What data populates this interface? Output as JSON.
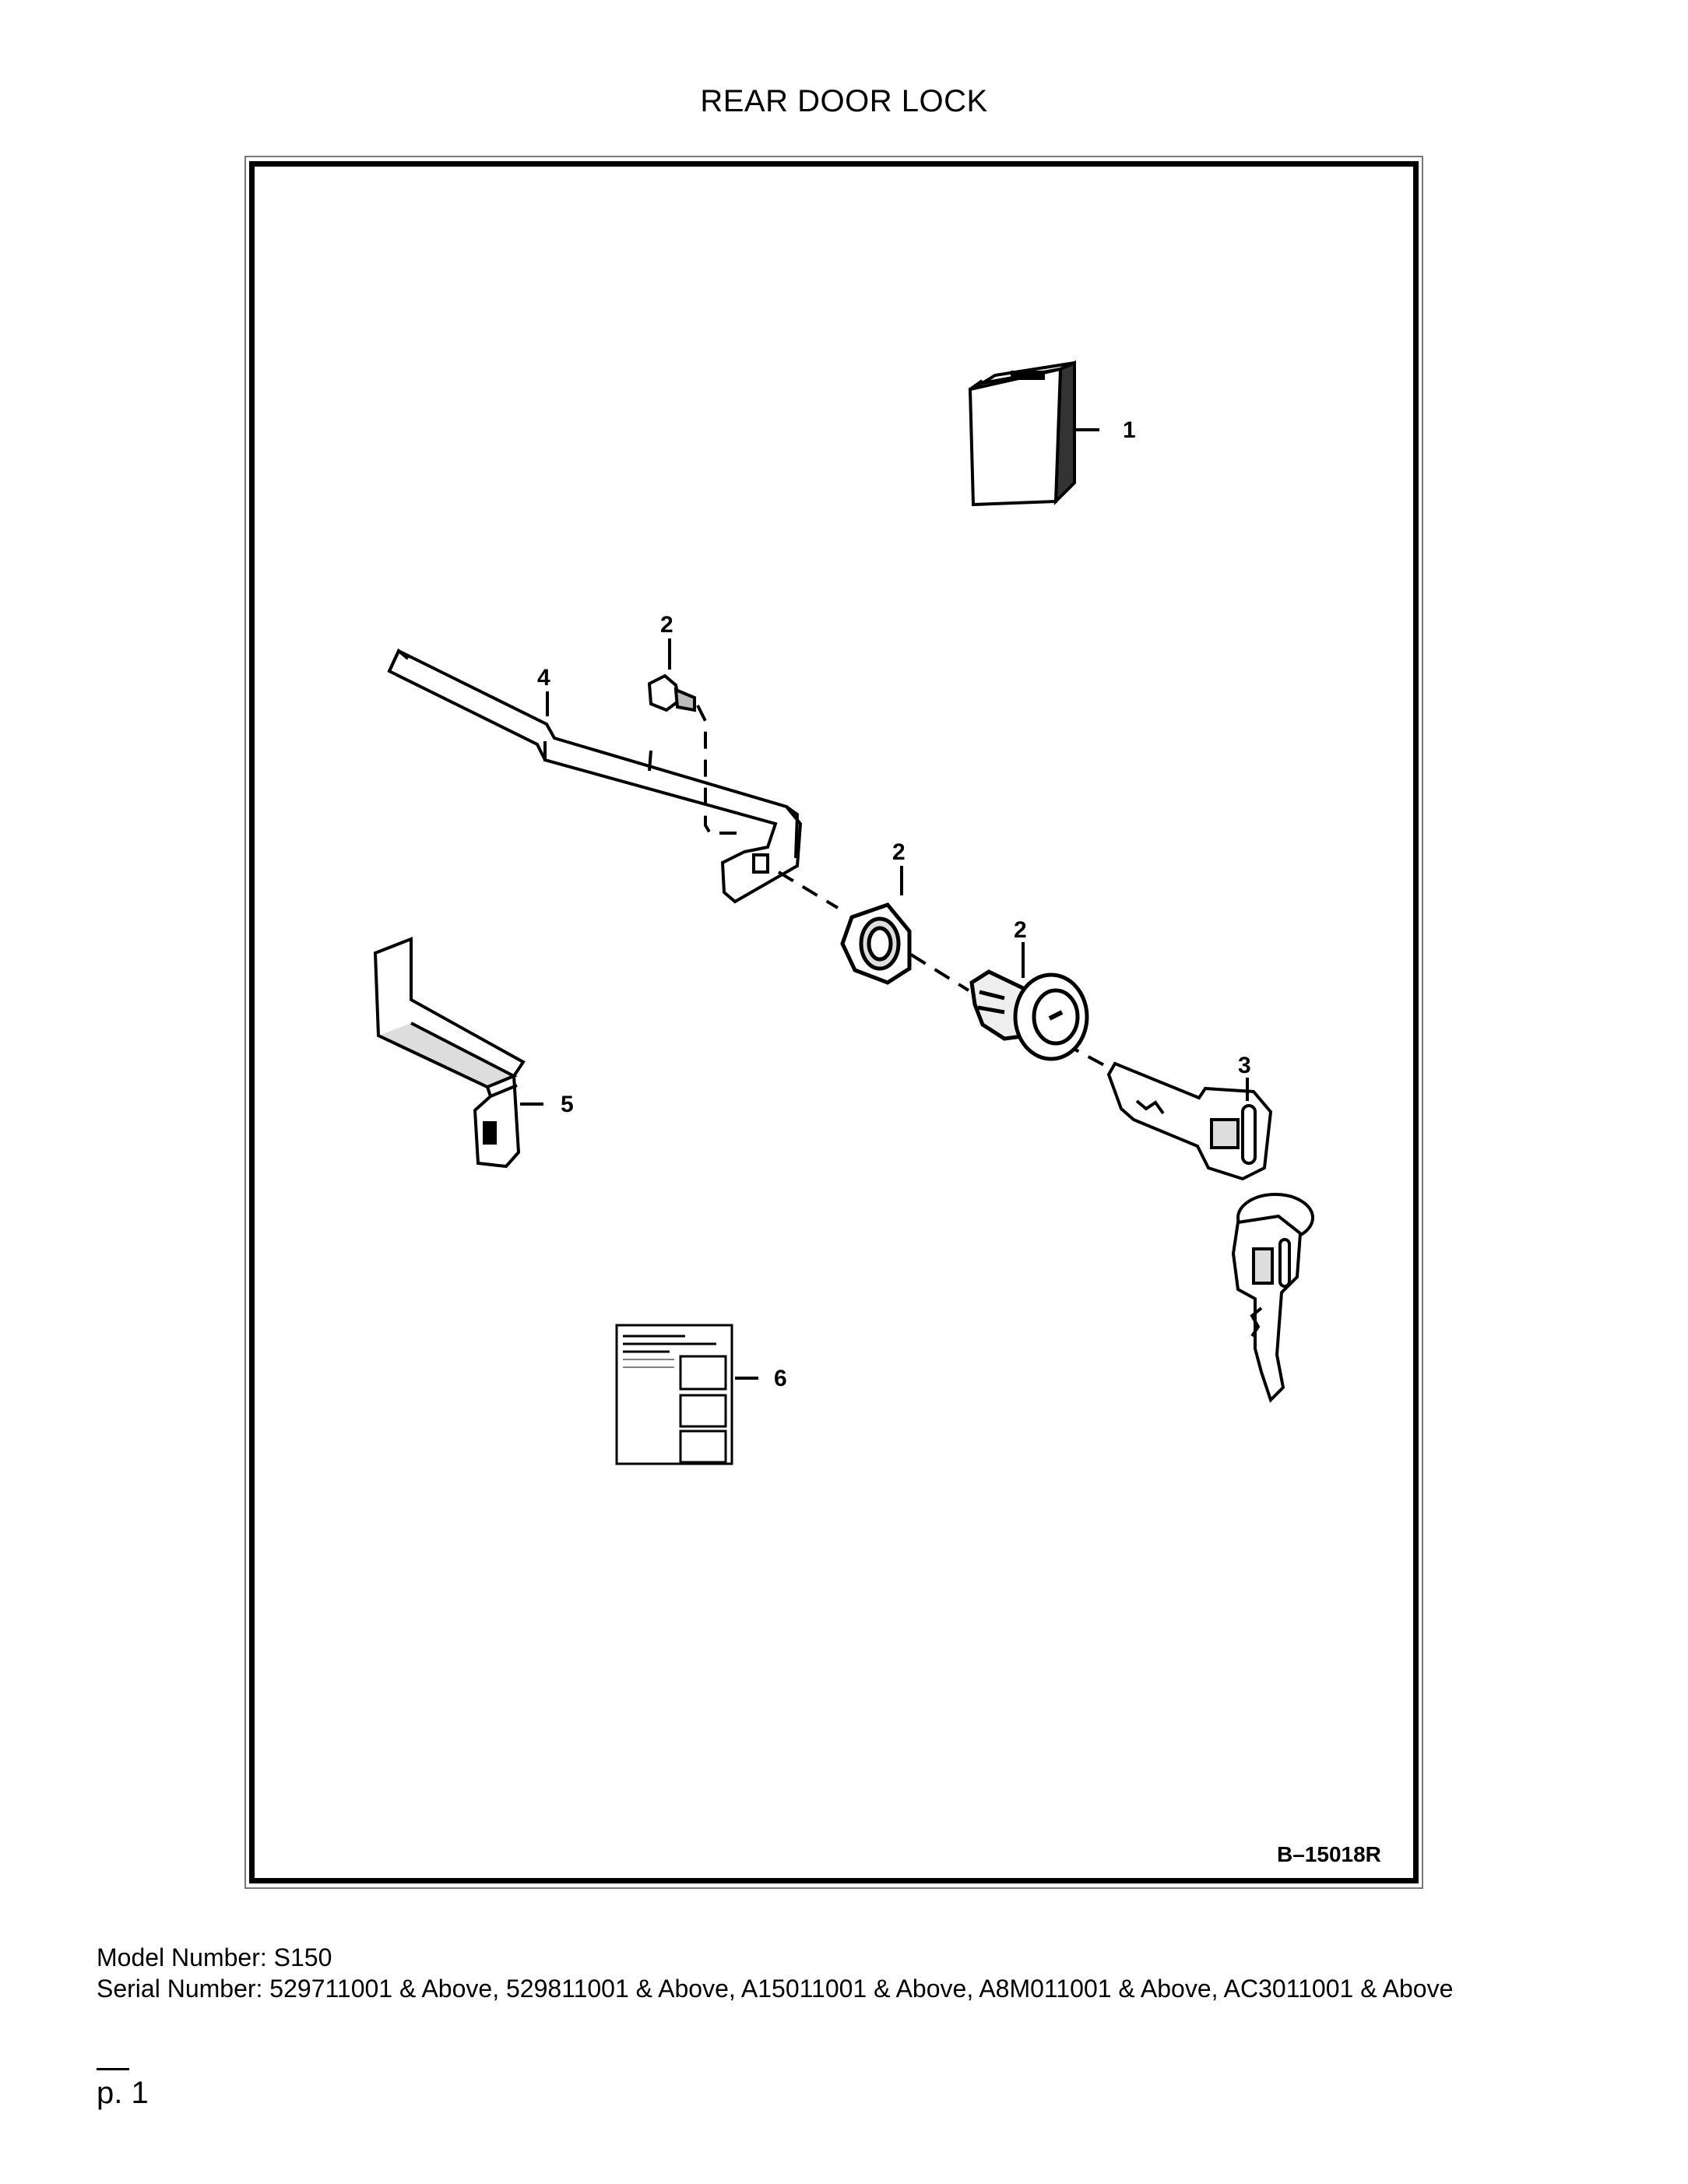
{
  "page": {
    "title": "REAR DOOR LOCK",
    "drawing_code": "B–15018R",
    "model_number": "Model Number: S150",
    "serial_number": "Serial Number: 529711001 & Above, 529811001 & Above, A15011001 & Above, A8M011001 & Above, AC3011001 & Above",
    "page_number": "p. 1"
  },
  "callouts": {
    "c1": "1",
    "c2a": "2",
    "c2b": "2",
    "c2c": "2",
    "c3": "3",
    "c4": "4",
    "c5": "5",
    "c6": "6"
  },
  "parts": [
    {
      "callout": "1",
      "icon": "rubber-block-icon"
    },
    {
      "callout": "2",
      "icon": "screw-nut-lock-cylinder-icon"
    },
    {
      "callout": "3",
      "icon": "keys-icon"
    },
    {
      "callout": "4",
      "icon": "latch-bar-icon"
    },
    {
      "callout": "5",
      "icon": "bracket-icon"
    },
    {
      "callout": "6",
      "icon": "instruction-sheet-icon"
    }
  ]
}
